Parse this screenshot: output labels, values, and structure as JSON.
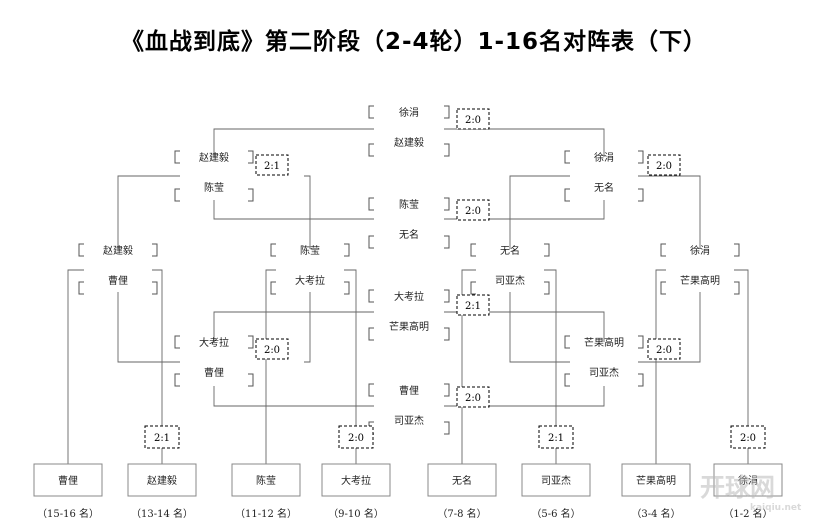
{
  "title": "《血战到底》第二阶段（2-4轮）1-16名对阵表（下）",
  "watermark": {
    "text": "开球网",
    "url": "kaiqiu.net"
  },
  "matches": [
    {
      "a": "徐涓",
      "b": "赵建毅",
      "score": "2:0"
    },
    {
      "a": "赵建毅",
      "b": "陈莹",
      "score": "2:1"
    },
    {
      "a": "徐涓",
      "b": "无名",
      "score": "2:0"
    },
    {
      "a": "陈莹",
      "b": "无名",
      "score": "2:0"
    },
    {
      "a": "赵建毅",
      "b": "曹俚"
    },
    {
      "a": "陈莹",
      "b": "大考拉"
    },
    {
      "a": "无名",
      "b": "司亚杰"
    },
    {
      "a": "徐涓",
      "b": "芒果高明"
    },
    {
      "a": "大考拉",
      "b": "芒果高明",
      "score": "2:1"
    },
    {
      "a": "大考拉",
      "b": "曹俚",
      "score": "2:0"
    },
    {
      "a": "芒果高明",
      "b": "司亚杰",
      "score": "2:0"
    },
    {
      "a": "曹俚",
      "b": "司亚杰",
      "score": "2:0"
    }
  ],
  "final_scores": [
    "2:1",
    "2:0",
    "2:1",
    "2:0"
  ],
  "finals": [
    {
      "name": "曹俚",
      "rank": "（15-16 名）"
    },
    {
      "name": "赵建毅",
      "rank": "（13-14 名）"
    },
    {
      "name": "陈莹",
      "rank": "（11-12 名）"
    },
    {
      "name": "大考拉",
      "rank": "（9-10 名）"
    },
    {
      "name": "无名",
      "rank": "（7-8 名）"
    },
    {
      "name": "司亚杰",
      "rank": "（5-6 名）"
    },
    {
      "name": "芒果高明",
      "rank": "（3-4 名）"
    },
    {
      "name": "徐涓",
      "rank": "（1-2 名）"
    }
  ]
}
